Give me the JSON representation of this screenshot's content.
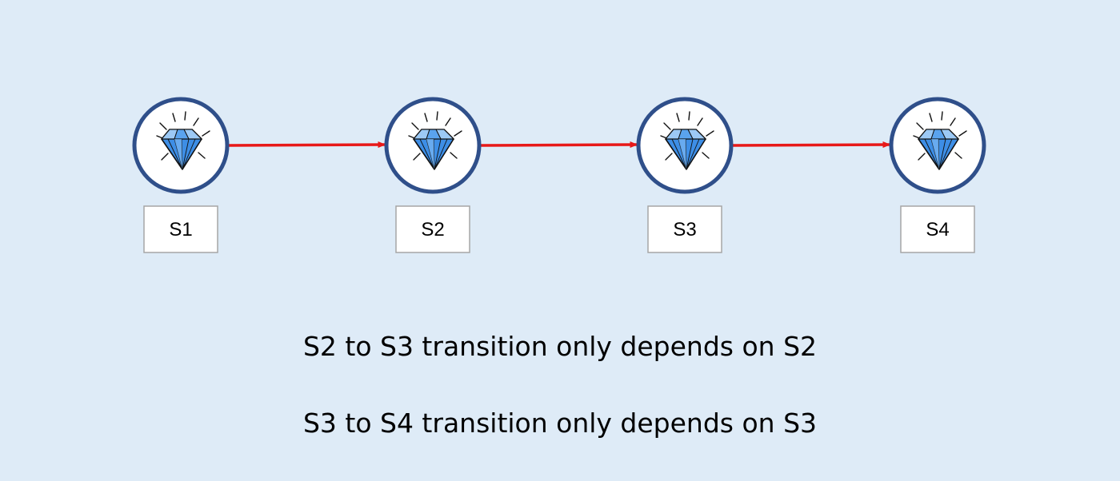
{
  "colors": {
    "background": "#deebf7",
    "node_ring": "#2f4f8a",
    "node_fill": "#ffffff",
    "edge": "#e81818",
    "diamond_fill": "#3d8ee6",
    "diamond_light": "#9cc9f5",
    "label_box_border": "#a6a6a6"
  },
  "states": [
    {
      "label": "S1",
      "icon": "diamond-icon"
    },
    {
      "label": "S2",
      "icon": "diamond-icon"
    },
    {
      "label": "S3",
      "icon": "diamond-icon"
    },
    {
      "label": "S4",
      "icon": "diamond-icon"
    }
  ],
  "transitions": [
    {
      "from": "S1",
      "to": "S2"
    },
    {
      "from": "S2",
      "to": "S3"
    },
    {
      "from": "S3",
      "to": "S4"
    }
  ],
  "captions": [
    "S2 to S3 transition only depends on S2",
    "S3 to S4 transition only depends on S3"
  ]
}
